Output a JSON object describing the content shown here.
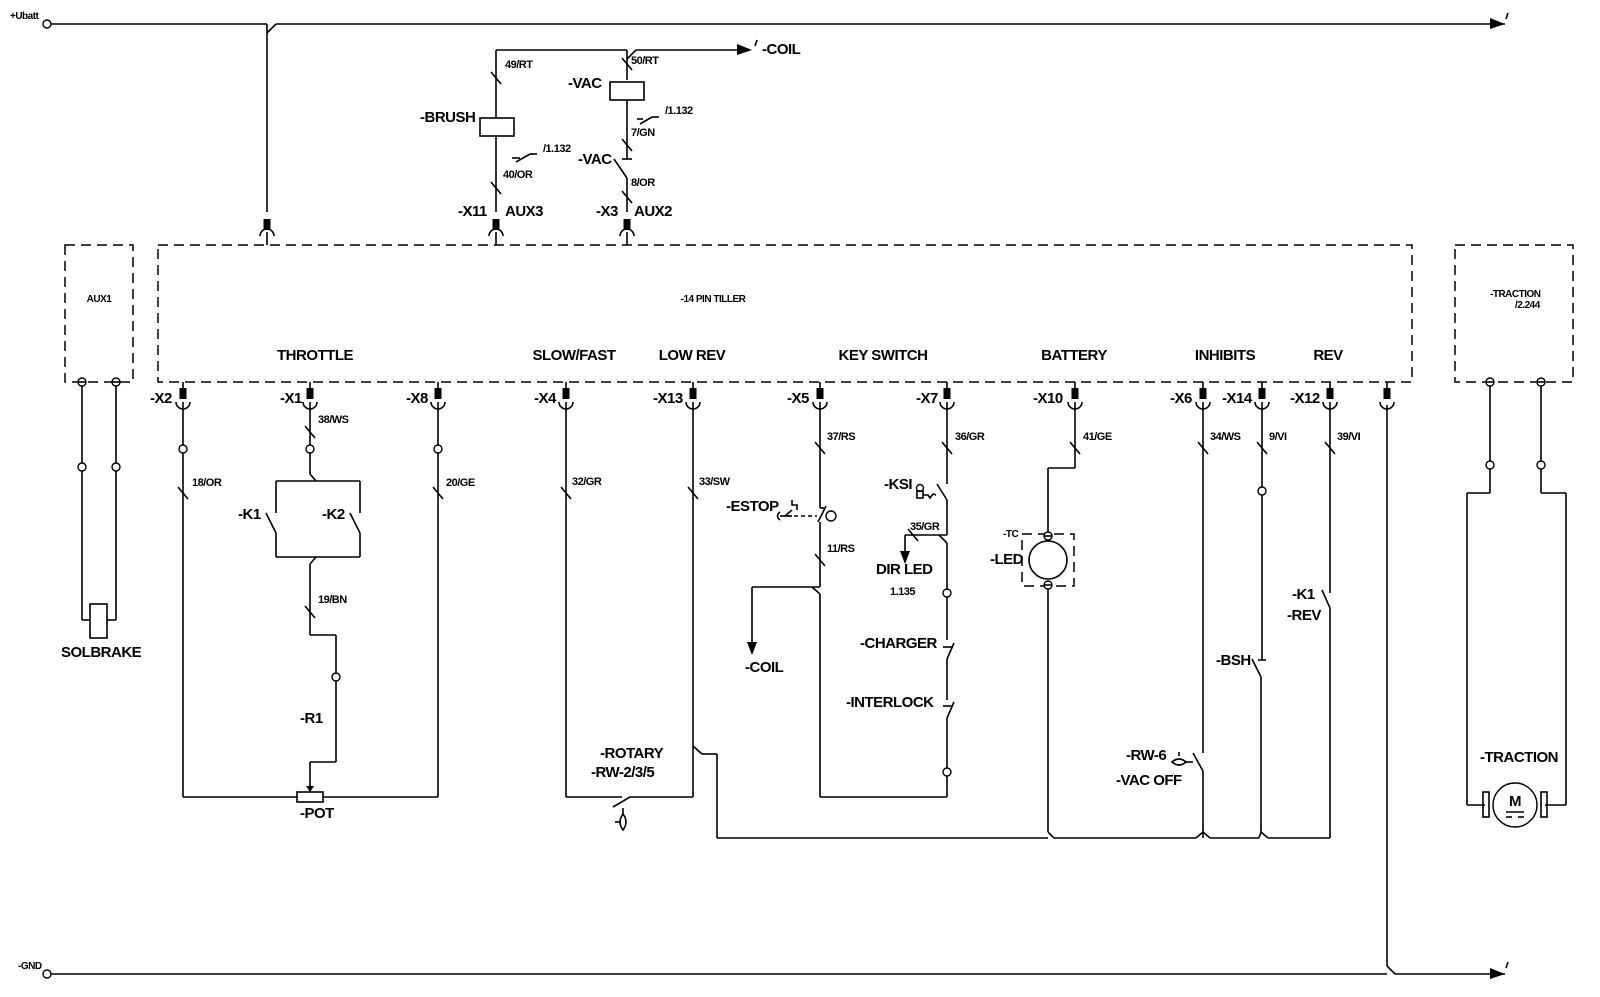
{
  "rails": {
    "positive": "+Ubatt",
    "ground": "-GND"
  },
  "top_circuit": {
    "coil_ref": "-COIL",
    "brush_label": "-BRUSH",
    "vac_coil_label": "-VAC",
    "vac_contact_label": "-VAC",
    "ref_1": "/1.132",
    "ref_2": "/1.132",
    "wires": [
      "49/RT",
      "50/RT",
      "7/GN",
      "40/OR",
      "8/OR"
    ],
    "connectors": [
      {
        "id": "-X11",
        "name": "AUX3"
      },
      {
        "id": "-X3",
        "name": "AUX2"
      }
    ]
  },
  "modules": {
    "aux1": "AUX1",
    "tiller": "-14 PIN TILLER",
    "traction_title": "-TRACTION",
    "traction_ref": "/2.244"
  },
  "sections": [
    "THROTTLE",
    "SLOW/FAST",
    "LOW REV",
    "KEY SWITCH",
    "BATTERY",
    "INHIBITS",
    "REV"
  ],
  "pins": [
    "-X2",
    "-X1",
    "-X8",
    "-X4",
    "-X13",
    "-X5",
    "-X7",
    "-X10",
    "-X6",
    "-X14",
    "-X12"
  ],
  "wire_labels": {
    "x1": "38/WS",
    "x2": "18/OR",
    "x8": "20/GE",
    "k_out": "19/BN",
    "x4": "32/GR",
    "x13": "33/SW",
    "x5": "37/RS",
    "estop_out": "11/RS",
    "x7": "36/GR",
    "ksi_out": "35/GR",
    "x10": "41/GE",
    "x6": "34/WS",
    "x14": "9/VI",
    "x12": "39/VI"
  },
  "components": {
    "k1": "-K1",
    "k2": "-K2",
    "r1": "-R1",
    "pot": "-POT",
    "solbrake": "SOLBRAKE",
    "estop": "-ESTOP",
    "coil": "-COIL",
    "ksi": "-KSI",
    "dir_led": "DIR LED",
    "dir_led_ref": "1.135",
    "charger": "-CHARGER",
    "interlock": "-INTERLOCK",
    "rotary": "-ROTARY",
    "rw235": "-RW-2/3/5",
    "tc": "-TC",
    "led": "-LED",
    "bsh": "-BSH",
    "k1_rev_a": "-K1",
    "k1_rev_b": "-REV",
    "rw6": "-RW-6",
    "vac_off": "-VAC OFF",
    "traction_motor": "-TRACTION",
    "motor_symbol": "M"
  }
}
